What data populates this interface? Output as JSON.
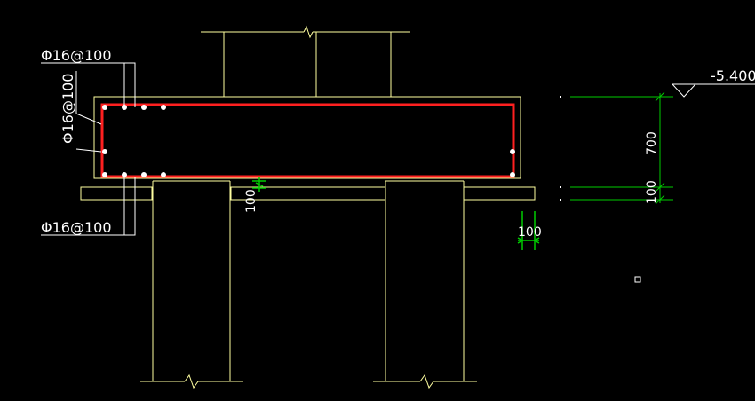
{
  "labels": {
    "bar_top": "Φ16@100",
    "bar_side": "Φ16@100",
    "bar_bottom": "Φ16@100",
    "elevation": "-5.400",
    "dim_700": "700",
    "dim_100_right": "100",
    "dim_100_cushion": "100",
    "dim_100_offset": "100"
  },
  "colors": {
    "outline": "#ffffa0",
    "rebar": "#ff2020",
    "dimension": "#00cc00",
    "text": "#ffffff",
    "background": "#000000"
  }
}
